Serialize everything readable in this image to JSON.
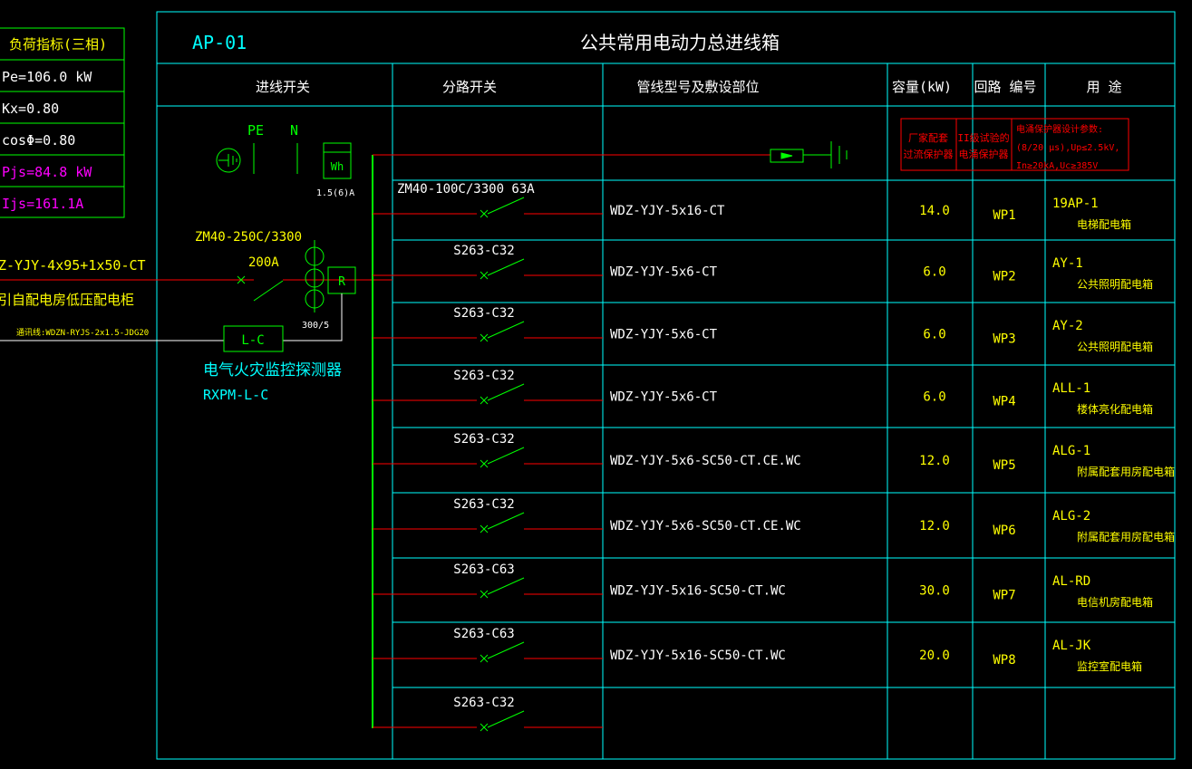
{
  "colors": {
    "background": "#000000",
    "grid": "#00ffff",
    "device": "#00ff00",
    "text": "#ffffff",
    "label": "#ffff00",
    "feeder": "#ff0000",
    "calc": "#ff00ff"
  },
  "load_table": {
    "title": "负荷指标(三相)",
    "pe": "Pe=106.0 kW",
    "kx": "Kx=0.80",
    "cos": "cosΦ=0.80",
    "pjs": "Pjs=84.8 kW",
    "ijs": "Ijs=161.1A"
  },
  "panel": {
    "code": "AP-01",
    "name": "公共常用电动力总进线箱"
  },
  "headers": {
    "incoming": "进线开关",
    "branch": "分路开关",
    "cable": "管线型号及敷设部位",
    "capacity": "容量(kW)",
    "circuit": "回路  编号",
    "purpose": "用  途"
  },
  "incoming": {
    "pe": "PE",
    "n": "N",
    "meter": "Wh",
    "meter_rating": "1.5(6)A",
    "breaker_model": "ZM40-250C/3300",
    "breaker_rating": "200A",
    "ct_ratio": "300/5",
    "relay": "R",
    "cable": "Z-YJY-4x95+1x50-CT",
    "source": "引自配电房低压配电柜",
    "signal_cable": "通讯线:WDZN-RYJS-2x1.5-JDG20",
    "detector_box": "L-C",
    "detector_name": "电气火灾监控探测器",
    "detector_model": "RXPM-L-C"
  },
  "spd_notes": {
    "a": [
      "厂家配套",
      "过流保护器"
    ],
    "b": [
      "II级试验的",
      "电涌保护器"
    ],
    "c": [
      "电涌保护器设计参数:",
      "(8/20 μs),Up≤2.5kV,",
      "In≥20kA,Uc≥385V"
    ]
  },
  "circuits": [
    {
      "breaker": "ZM40-100C/3300 63A",
      "cable": "WDZ-YJY-5x16-CT",
      "capacity": "14.0",
      "id": "WP1",
      "dest": "19AP-1",
      "use": "电梯配电箱"
    },
    {
      "breaker": "S263-C32",
      "cable": "WDZ-YJY-5x6-CT",
      "capacity": "6.0",
      "id": "WP2",
      "dest": "AY-1",
      "use": "公共照明配电箱"
    },
    {
      "breaker": "S263-C32",
      "cable": "WDZ-YJY-5x6-CT",
      "capacity": "6.0",
      "id": "WP3",
      "dest": "AY-2",
      "use": "公共照明配电箱"
    },
    {
      "breaker": "S263-C32",
      "cable": "WDZ-YJY-5x6-CT",
      "capacity": "6.0",
      "id": "WP4",
      "dest": "ALL-1",
      "use": "楼体亮化配电箱"
    },
    {
      "breaker": "S263-C32",
      "cable": "WDZ-YJY-5x6-SC50-CT.CE.WC",
      "capacity": "12.0",
      "id": "WP5",
      "dest": "ALG-1",
      "use": "附属配套用房配电箱"
    },
    {
      "breaker": "S263-C32",
      "cable": "WDZ-YJY-5x6-SC50-CT.CE.WC",
      "capacity": "12.0",
      "id": "WP6",
      "dest": "ALG-2",
      "use": "附属配套用房配电箱"
    },
    {
      "breaker": "S263-C63",
      "cable": "WDZ-YJY-5x16-SC50-CT.WC",
      "capacity": "30.0",
      "id": "WP7",
      "dest": "AL-RD",
      "use": "电信机房配电箱"
    },
    {
      "breaker": "S263-C63",
      "cable": "WDZ-YJY-5x16-SC50-CT.WC",
      "capacity": "20.0",
      "id": "WP8",
      "dest": "AL-JK",
      "use": "监控室配电箱"
    },
    {
      "breaker": "S263-C32",
      "cable": "",
      "capacity": "",
      "id": "",
      "dest": "",
      "use": ""
    }
  ]
}
